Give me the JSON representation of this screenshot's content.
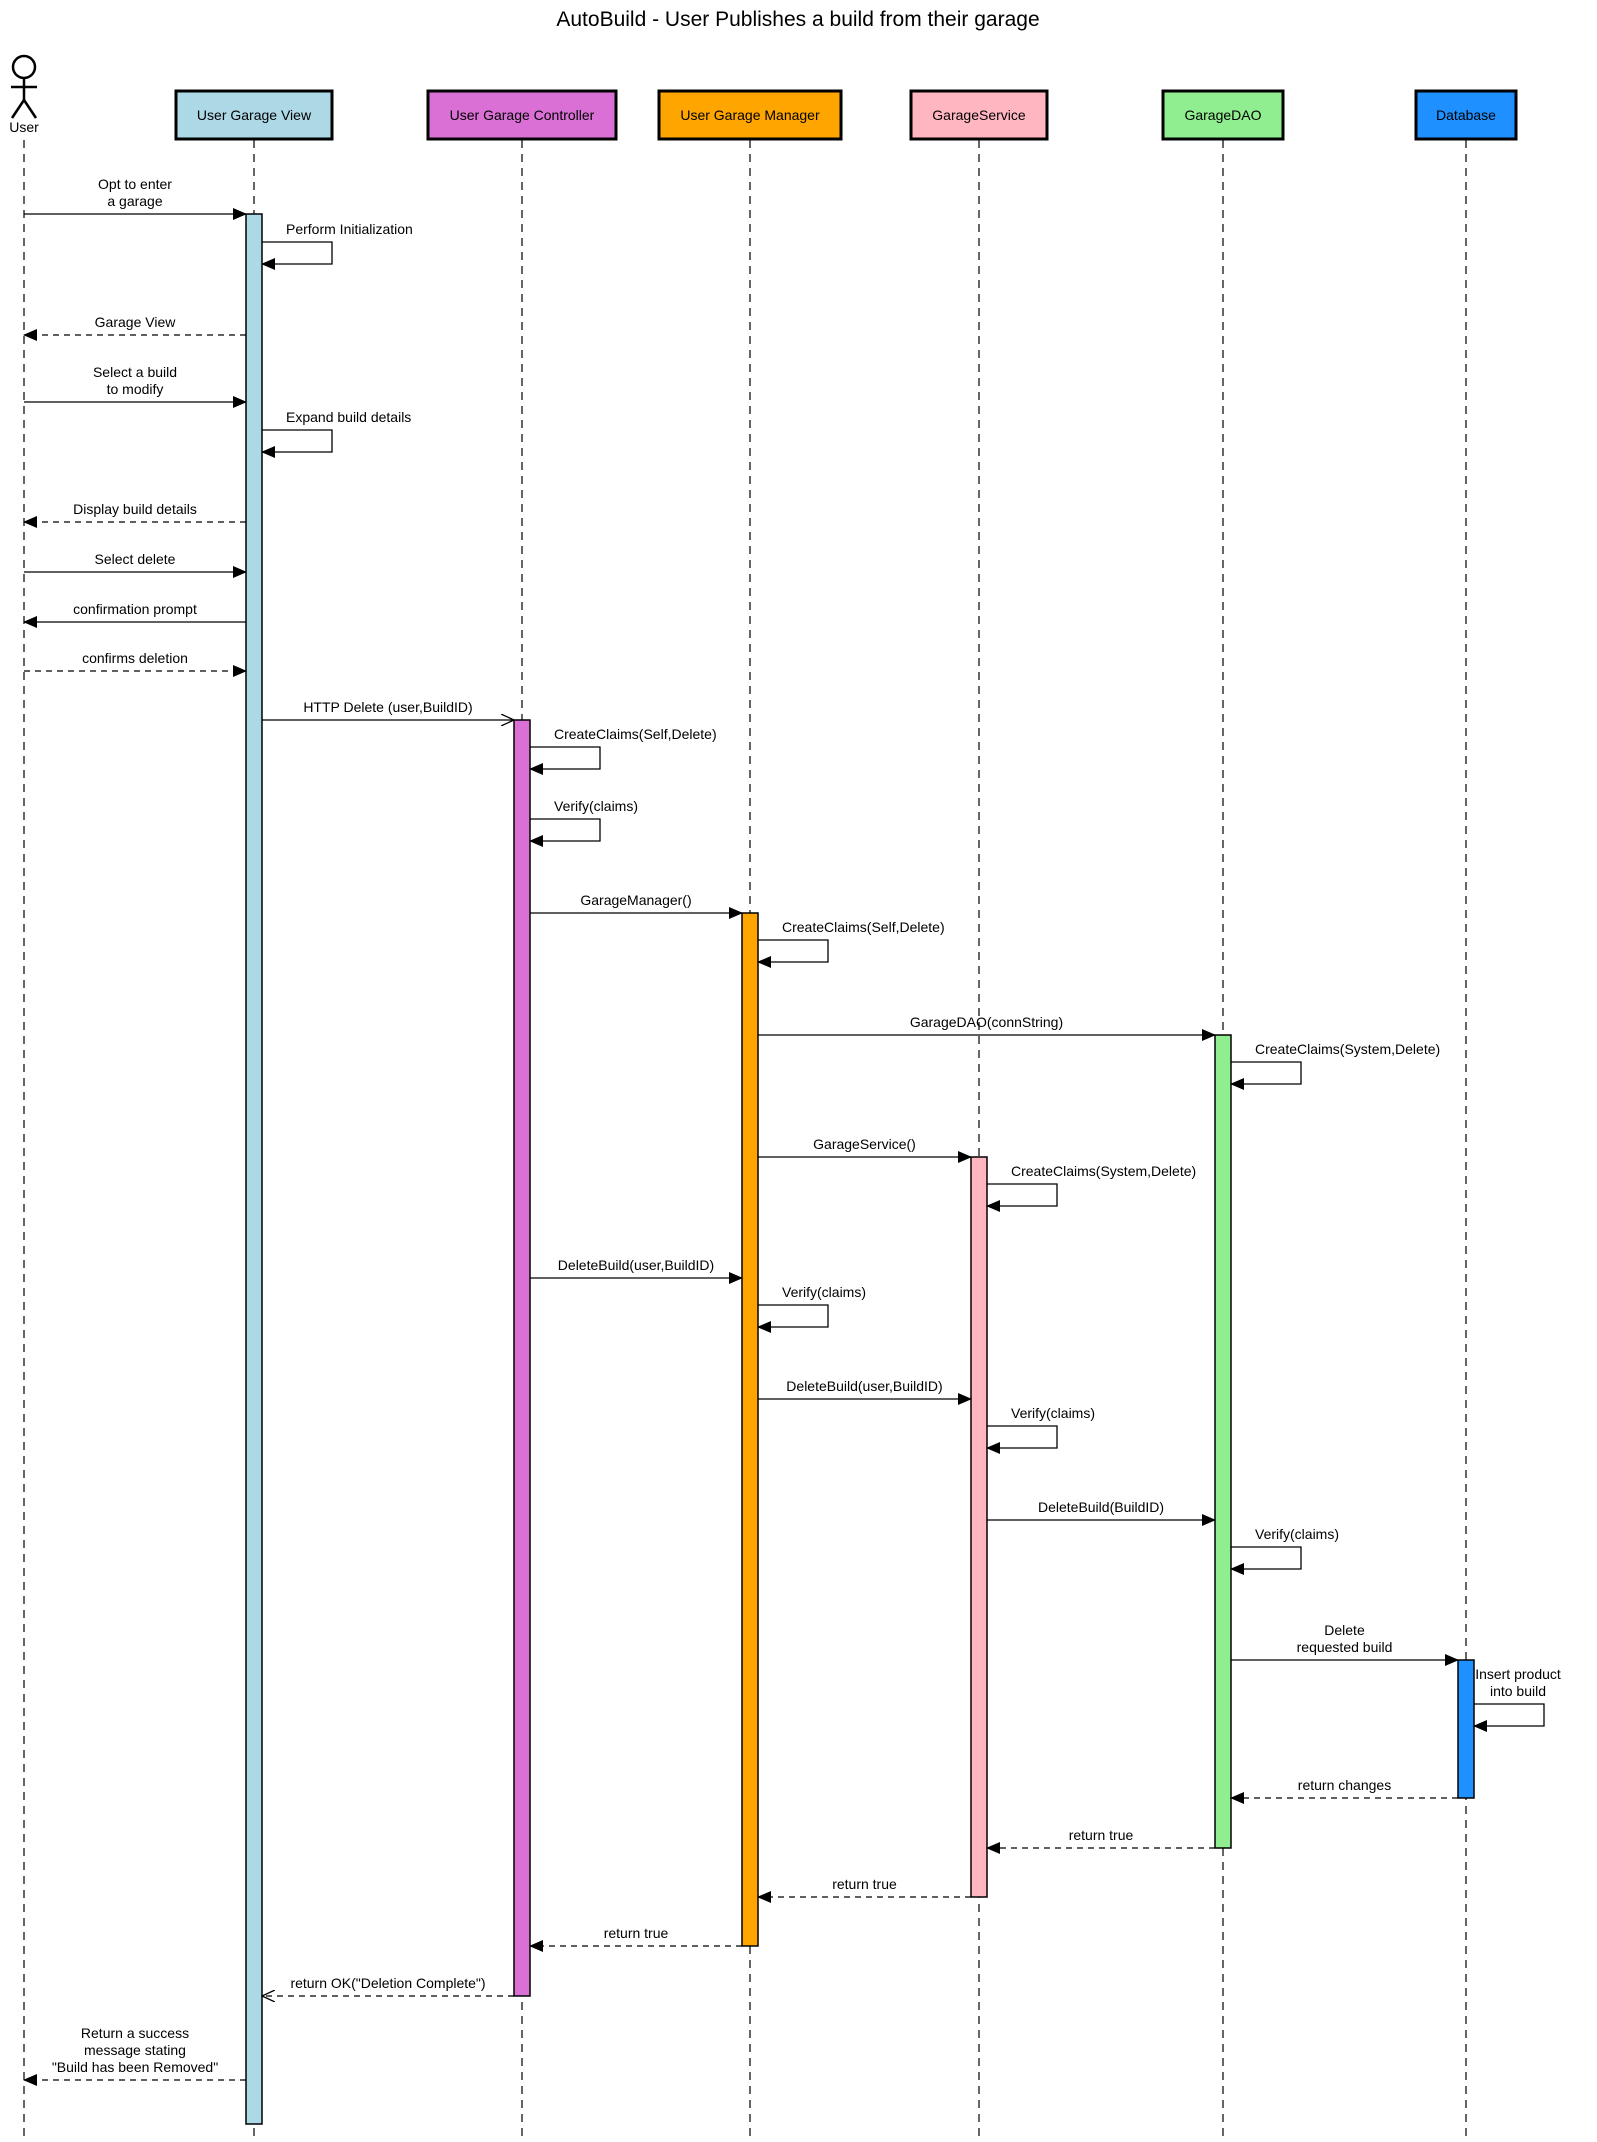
{
  "title": "AutoBuild - User Publishes a build from their garage",
  "actor": {
    "label": "User"
  },
  "participants": [
    {
      "id": "view",
      "label": "User Garage View",
      "color": "#add8e6"
    },
    {
      "id": "ctrl",
      "label": "User Garage Controller",
      "color": "#da70d6"
    },
    {
      "id": "mgr",
      "label": "User Garage Manager",
      "color": "#ffa500"
    },
    {
      "id": "svc",
      "label": "GarageService",
      "color": "#ffb6c1"
    },
    {
      "id": "dao",
      "label": "GarageDAO",
      "color": "#90ee90"
    },
    {
      "id": "db",
      "label": "Database",
      "color": "#1e90ff"
    }
  ],
  "messages": [
    {
      "from": "user",
      "to": "view",
      "style": "sync",
      "lines": [
        "Opt to enter",
        "a garage"
      ]
    },
    {
      "from": "view",
      "to": "view",
      "style": "self",
      "lines": [
        "Perform Initialization"
      ]
    },
    {
      "from": "view",
      "to": "user",
      "style": "return",
      "lines": [
        "Garage View"
      ]
    },
    {
      "from": "user",
      "to": "view",
      "style": "sync",
      "lines": [
        "Select a build",
        "to modify"
      ]
    },
    {
      "from": "view",
      "to": "view",
      "style": "self",
      "lines": [
        "Expand build details"
      ]
    },
    {
      "from": "view",
      "to": "user",
      "style": "return",
      "lines": [
        "Display build details"
      ]
    },
    {
      "from": "user",
      "to": "view",
      "style": "sync",
      "lines": [
        "Select delete"
      ]
    },
    {
      "from": "view",
      "to": "user",
      "style": "sync",
      "lines": [
        "confirmation prompt"
      ]
    },
    {
      "from": "user",
      "to": "view",
      "style": "return",
      "lines": [
        "confirms deletion"
      ]
    },
    {
      "from": "view",
      "to": "ctrl",
      "style": "async",
      "lines": [
        "HTTP Delete (user,BuildID)"
      ]
    },
    {
      "from": "ctrl",
      "to": "ctrl",
      "style": "self",
      "lines": [
        "CreateClaims(Self,Delete)"
      ]
    },
    {
      "from": "ctrl",
      "to": "ctrl",
      "style": "self",
      "lines": [
        "Verify(claims)"
      ]
    },
    {
      "from": "ctrl",
      "to": "mgr",
      "style": "sync",
      "lines": [
        "GarageManager()"
      ]
    },
    {
      "from": "mgr",
      "to": "mgr",
      "style": "self",
      "lines": [
        "CreateClaims(Self,Delete)"
      ]
    },
    {
      "from": "mgr",
      "to": "dao",
      "style": "sync",
      "lines": [
        "GarageDAO(connString)"
      ]
    },
    {
      "from": "dao",
      "to": "dao",
      "style": "self",
      "lines": [
        "CreateClaims(System,Delete)"
      ]
    },
    {
      "from": "mgr",
      "to": "svc",
      "style": "sync",
      "lines": [
        "GarageService()"
      ]
    },
    {
      "from": "svc",
      "to": "svc",
      "style": "self",
      "lines": [
        "CreateClaims(System,Delete)"
      ]
    },
    {
      "from": "ctrl",
      "to": "mgr",
      "style": "sync",
      "lines": [
        "DeleteBuild(user,BuildID)"
      ]
    },
    {
      "from": "mgr",
      "to": "mgr",
      "style": "self",
      "lines": [
        "Verify(claims)"
      ]
    },
    {
      "from": "mgr",
      "to": "svc",
      "style": "sync",
      "lines": [
        "DeleteBuild(user,BuildID)"
      ]
    },
    {
      "from": "svc",
      "to": "svc",
      "style": "self",
      "lines": [
        "Verify(claims)"
      ]
    },
    {
      "from": "svc",
      "to": "dao",
      "style": "sync",
      "lines": [
        "DeleteBuild(BuildID)"
      ]
    },
    {
      "from": "dao",
      "to": "dao",
      "style": "self",
      "lines": [
        "Verify(claims)"
      ]
    },
    {
      "from": "dao",
      "to": "db",
      "style": "sync",
      "lines": [
        "Delete",
        "requested build"
      ]
    },
    {
      "from": "db",
      "to": "db",
      "style": "self",
      "lines": [
        "Insert product",
        "into build"
      ]
    },
    {
      "from": "db",
      "to": "dao",
      "style": "return",
      "lines": [
        "return changes"
      ]
    },
    {
      "from": "dao",
      "to": "svc",
      "style": "return",
      "lines": [
        "return true"
      ]
    },
    {
      "from": "svc",
      "to": "mgr",
      "style": "return",
      "lines": [
        "return true"
      ]
    },
    {
      "from": "mgr",
      "to": "ctrl",
      "style": "return",
      "lines": [
        "return true"
      ]
    },
    {
      "from": "ctrl",
      "to": "view",
      "style": "async-return",
      "lines": [
        "return OK(\"Deletion Complete\")"
      ]
    },
    {
      "from": "view",
      "to": "user",
      "style": "return",
      "lines": [
        "Return a success",
        "message stating",
        "\"Build has been Removed\""
      ]
    }
  ]
}
